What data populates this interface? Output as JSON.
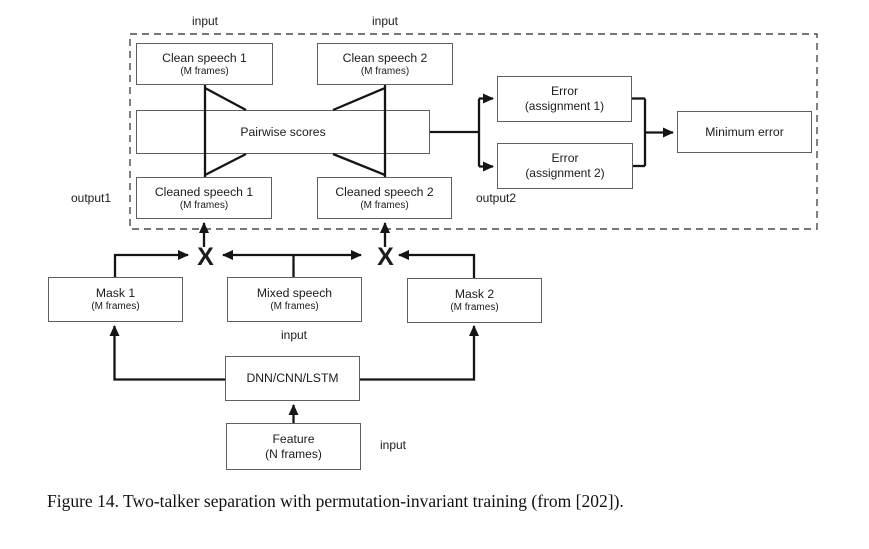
{
  "figure": {
    "caption": "Figure 14. Two-talker separation with permutation-invariant training (from [202])."
  },
  "labels": {
    "input_top_left": "input",
    "input_top_right": "input",
    "input_mixed": "input",
    "input_feature": "input",
    "output1": "output1",
    "output2": "output2",
    "multiply_1": "X",
    "multiply_2": "X"
  },
  "boxes": {
    "clean1": {
      "title": "Clean speech 1",
      "subtitle": "(M frames)"
    },
    "clean2": {
      "title": "Clean speech 2",
      "subtitle": "(M frames)"
    },
    "pairwise": {
      "title": "Pairwise scores"
    },
    "cleaned1": {
      "title": "Cleaned speech 1",
      "subtitle": "(M frames)"
    },
    "cleaned2": {
      "title": "Cleaned speech 2",
      "subtitle": "(M frames)"
    },
    "error1": {
      "title": "Error",
      "subtitle": "(assignment 1)"
    },
    "error2": {
      "title": "Error",
      "subtitle": "(assignment 2)"
    },
    "min_error": {
      "title": "Minimum error"
    },
    "mask1": {
      "title": "Mask 1",
      "subtitle": "(M frames)"
    },
    "mixed": {
      "title": "Mixed speech",
      "subtitle": "(M frames)"
    },
    "mask2": {
      "title": "Mask 2",
      "subtitle": "(M frames)"
    },
    "dnn": {
      "title": "DNN/CNN/LSTM"
    },
    "feature": {
      "title": "Feature",
      "subtitle": "(N frames)"
    }
  },
  "colors": {
    "line": "#151515",
    "box_border": "#5f5f5f",
    "dashed_border": "#4a4a4a",
    "text": "#1c1c1c",
    "background": "#ffffff"
  }
}
